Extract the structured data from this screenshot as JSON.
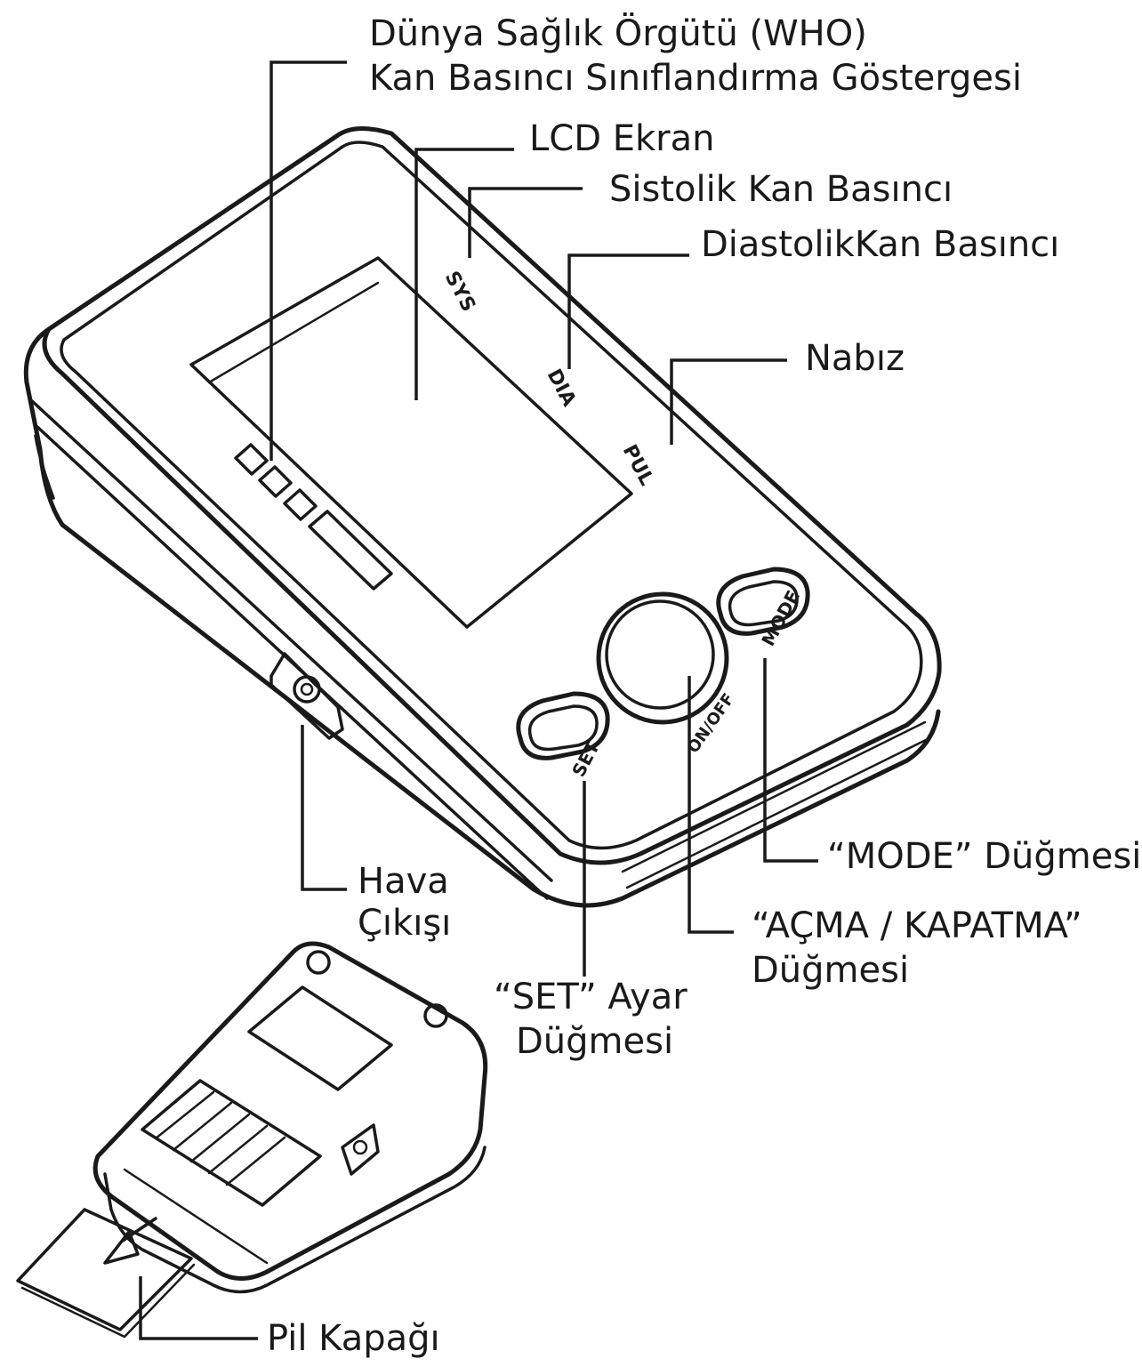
{
  "labels": {
    "who_line1": "Dünya Sağlık Örgütü (WHO)",
    "who_line2": "Kan Basıncı Sınıflandırma Göstergesi",
    "lcd": "LCD Ekran",
    "systolic": "Sistolik Kan Basıncı",
    "diastolic": "DiastolikKan Basıncı",
    "pulse": "Nabız",
    "mode_button": "“MODE” Düğmesi",
    "onoff_line1": "“AÇMA / KAPATMA”",
    "onoff_line2": "Düğmesi",
    "air_outlet_line1": "Hava",
    "air_outlet_line2": "Çıkışı",
    "set_line1": "“SET” Ayar",
    "set_line2": "Düğmesi",
    "battery_cover": "Pil Kapağı"
  },
  "device_text": {
    "sys": "SYS",
    "dia": "DIA",
    "pul": "PUL",
    "mode": "MODE",
    "onoff": "ON/OFF",
    "set": "SET"
  }
}
